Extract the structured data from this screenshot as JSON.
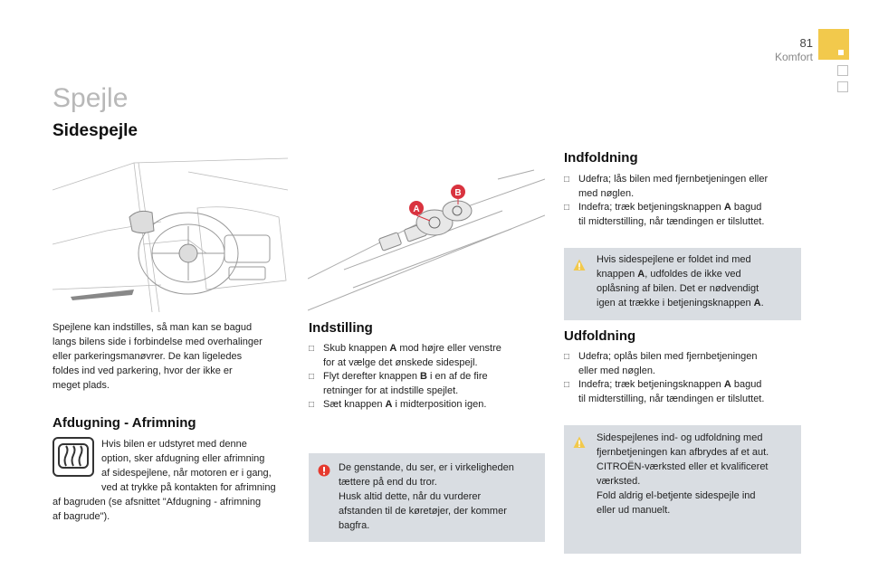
{
  "header": {
    "page_number": "81",
    "section": "Komfort",
    "accent_color": "#f2c94c"
  },
  "title": "Spejle",
  "side_mirrors": {
    "heading": "Sidespejle",
    "intro": [
      "Spejlene kan indstilles, så man kan se bagud",
      "langs bilens side i forbindelse med overhalinger",
      "eller parkeringsmanøvrer. De kan ligeledes",
      "foldes ind ved parkering, hvor der ikke er",
      "meget plads."
    ]
  },
  "defrost": {
    "heading": "Afdugning - Afrimning",
    "icon": "defrost-icon",
    "text_lines": [
      "Hvis bilen er udstyret med denne",
      "option, sker afdugning eller afrimning",
      "af sidespejlene, når motoren er i gang,",
      "ved at trykke på kontakten for afrimning"
    ],
    "text_lines_full": [
      "af bagruden (se afsnittet \"Afdugning - afrimning",
      "af bagrude\")."
    ]
  },
  "adjustment": {
    "heading": "Indstilling",
    "items": [
      {
        "pre": "Skub knappen ",
        "bold": "A",
        "post": " mod højre eller venstre",
        "line2": "for at vælge det ønskede sidespejl."
      },
      {
        "pre": "Flyt derefter knappen ",
        "bold": "B",
        "post": " i en af de fire",
        "line2": "retninger for at indstille spejlet."
      },
      {
        "pre": "Sæt knappen ",
        "bold": "A",
        "post": " i midterposition igen.",
        "line2": ""
      }
    ],
    "warning_lines": [
      "De genstande, du ser, er i virkeligheden",
      "tættere på end du tror.",
      "Husk altid dette, når du vurderer",
      "afstanden til de køretøjer, der kommer",
      "bagfra."
    ]
  },
  "folding": {
    "heading": "Indfoldning",
    "items": [
      {
        "pre": "Udefra; lås bilen med fjernbetjeningen eller",
        "bold": "",
        "post": "",
        "line2": "med nøglen."
      },
      {
        "pre": "Indefra; træk betjeningsknappen ",
        "bold": "A",
        "post": " bagud",
        "line2": "til midterstilling, når tændingen er tilsluttet."
      }
    ],
    "info_lines": [
      {
        "pre": "Hvis sidespejlene er foldet ind med",
        "bold": "",
        "post": ""
      },
      {
        "pre": "knappen ",
        "bold": "A",
        "post": ", udfoldes de ikke ved"
      },
      {
        "pre": "oplåsning af bilen. Det er nødvendigt",
        "bold": "",
        "post": ""
      },
      {
        "pre": "igen at trække i betjeningsknappen ",
        "bold": "A",
        "post": "."
      }
    ]
  },
  "unfolding": {
    "heading": "Udfoldning",
    "items": [
      {
        "pre": "Udefra; oplås bilen med fjernbetjeningen",
        "bold": "",
        "post": "",
        "line2": "eller med nøglen."
      },
      {
        "pre": "Indefra; træk betjeningsknappen ",
        "bold": "A",
        "post": " bagud",
        "line2": "til midterstilling, når tændingen er tilsluttet."
      }
    ],
    "info_lines": [
      "Sidespejlenes ind- og udfoldning med",
      "fjernbetjeningen kan afbrydes af et aut.",
      "CITROËN-værksted eller et kvalificeret",
      "værksted.",
      "Fold aldrig el-betjente sidespejle ind",
      "eller ud manuelt."
    ]
  },
  "diagram_labels": {
    "a": "A",
    "b": "B"
  },
  "colors": {
    "note_bg": "#d9dde2",
    "info_icon": "#f2c94c",
    "warning_icon": "#e63a2e",
    "label_red": "#d9333f"
  }
}
